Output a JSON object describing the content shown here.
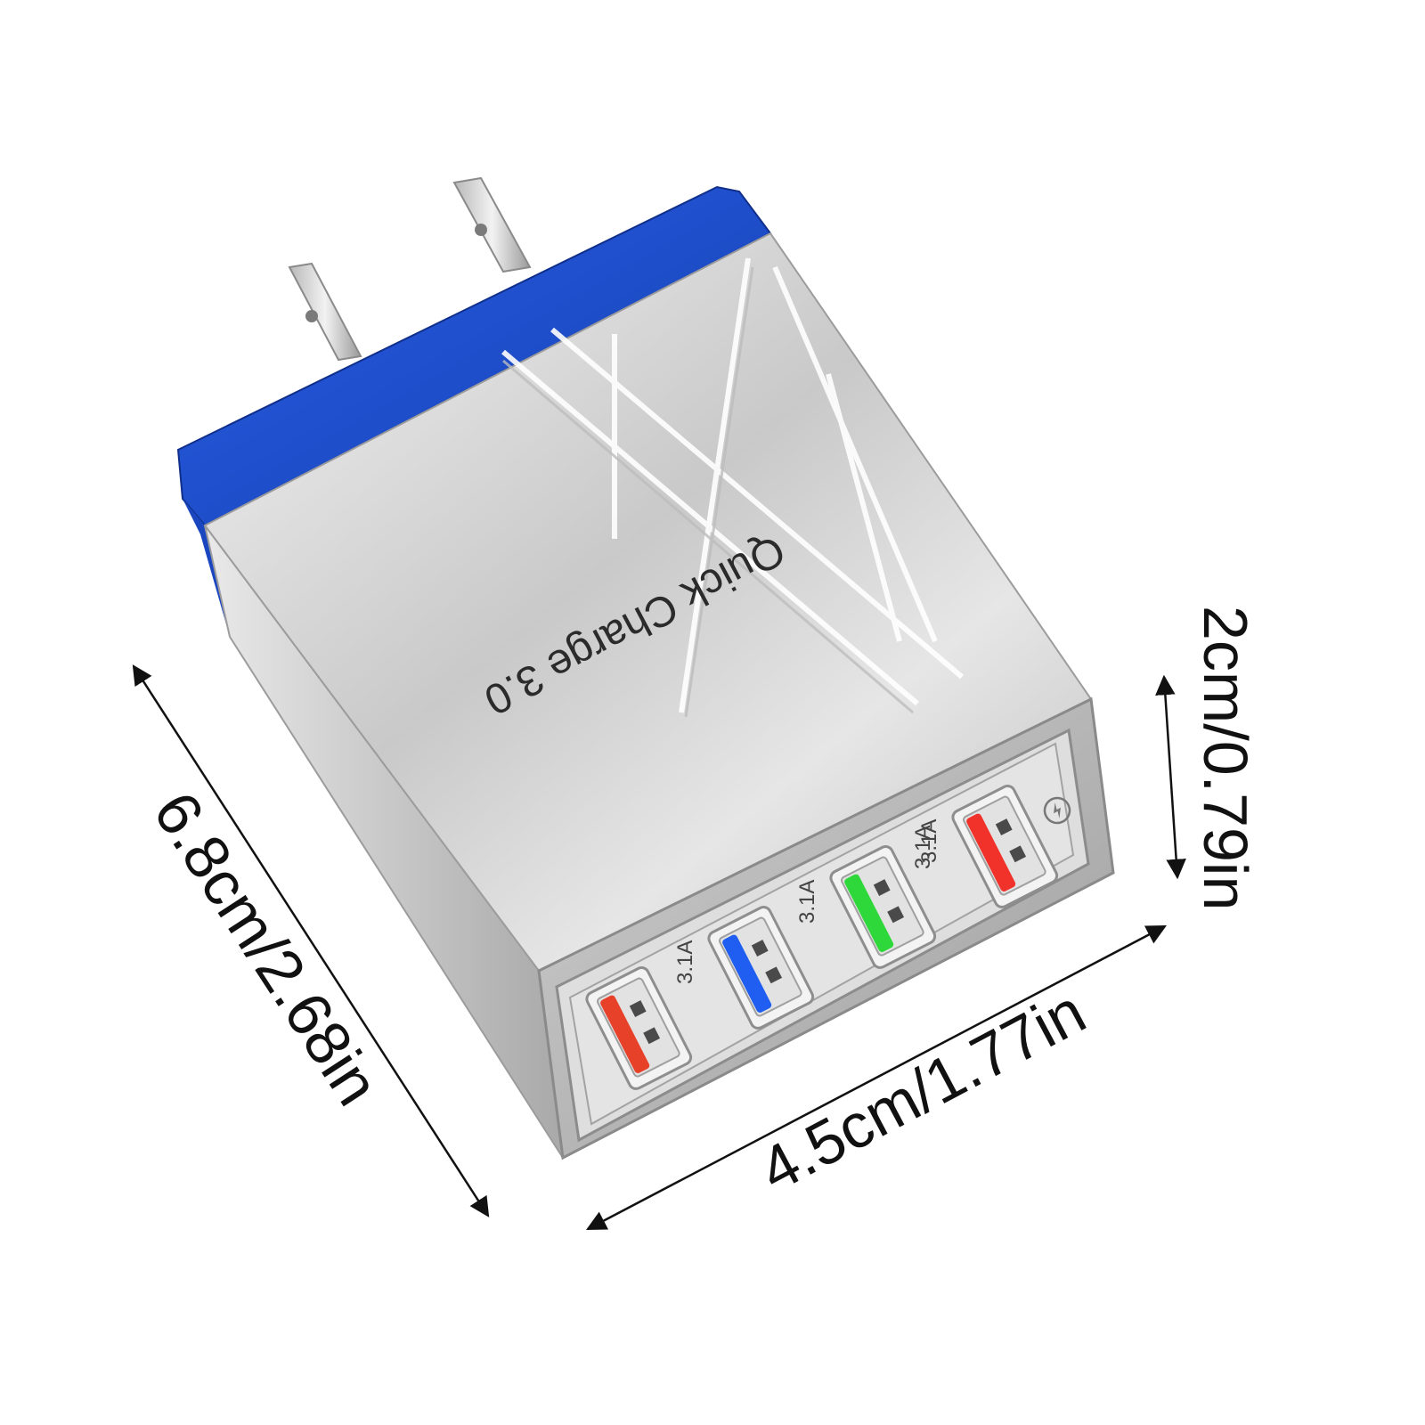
{
  "product": {
    "brand_text": "Quick Charge 3.0",
    "accent_color": "#1a4fd0",
    "body_color": "#d9d9d9",
    "ports": [
      {
        "label": "3.1A",
        "color": "#e8412a",
        "color_name": "red"
      },
      {
        "label": "3.1A",
        "color": "#1f5ef0",
        "color_name": "blue"
      },
      {
        "label": "3.1A",
        "color": "#2fd83a",
        "color_name": "green"
      },
      {
        "label": "3.1A",
        "color": "#f0322a",
        "color_name": "red"
      }
    ],
    "qc_icon": "lightning-bolt-icon"
  },
  "dimensions": {
    "length": "6.8cm/2.68in",
    "width": "4.5cm/1.77in",
    "height": "2cm/0.79in"
  }
}
